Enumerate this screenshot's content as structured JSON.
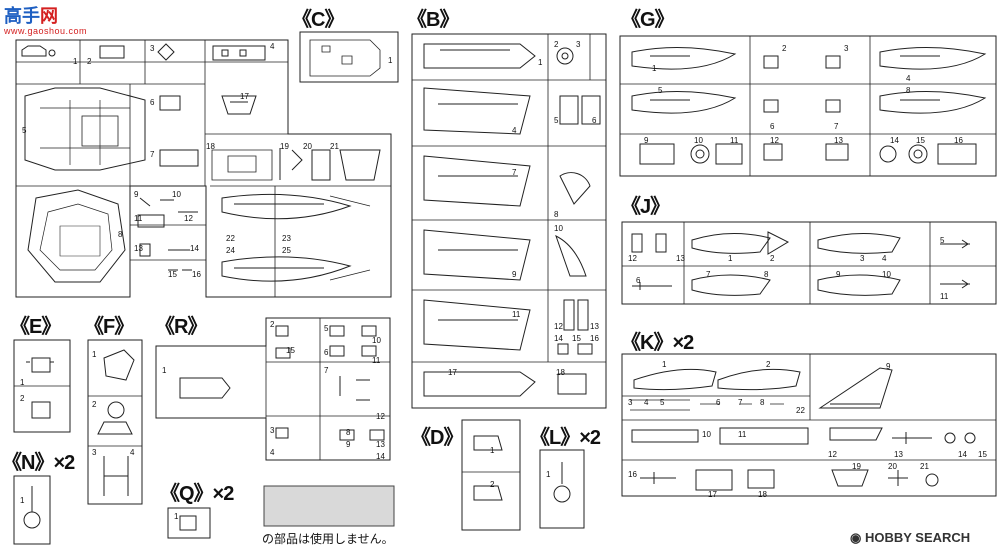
{
  "watermark": {
    "name": "高手网",
    "url": "www.gaoshou.com"
  },
  "runners": {
    "C": "《C》",
    "B": "《B》",
    "G": "《G》",
    "J": "《J》",
    "E": "《E》",
    "F": "《F》",
    "R": "《R》",
    "K": "《K》×2",
    "N": "《N》×2",
    "D": "《D》",
    "L": "《L》×2",
    "Q": "《Q》×2"
  },
  "unused_note": "の部品は使用しません。",
  "source_logo": "HOBBY SEARCH",
  "part_numbers": {
    "A": [
      "1",
      "2",
      "3",
      "4",
      "5",
      "6",
      "7",
      "8",
      "9",
      "10",
      "11",
      "12",
      "13",
      "14",
      "15",
      "16",
      "17",
      "18",
      "19",
      "20",
      "21",
      "22",
      "23",
      "24",
      "25"
    ],
    "C": [
      "1"
    ],
    "B": [
      "1",
      "2",
      "3",
      "4",
      "5",
      "6",
      "7",
      "8",
      "9",
      "10",
      "11",
      "12",
      "13",
      "14",
      "15",
      "16",
      "17",
      "18"
    ],
    "G": [
      "1",
      "2",
      "3",
      "4",
      "5",
      "6",
      "7",
      "8",
      "9",
      "10",
      "11",
      "12",
      "13",
      "14",
      "15",
      "16"
    ],
    "J": [
      "1",
      "2",
      "3",
      "4",
      "5",
      "6",
      "7",
      "8",
      "9",
      "10",
      "11",
      "12",
      "13"
    ],
    "E": [
      "1",
      "2"
    ],
    "F": [
      "1",
      "2",
      "3",
      "4"
    ],
    "R": [
      "1",
      "2",
      "3",
      "4",
      "5",
      "6",
      "7",
      "8",
      "9",
      "10",
      "11",
      "12",
      "13",
      "14",
      "15"
    ],
    "K": [
      "1",
      "2",
      "3",
      "4",
      "5",
      "6",
      "7",
      "8",
      "9",
      "10",
      "11",
      "12",
      "13",
      "14",
      "15",
      "16",
      "17",
      "18",
      "19",
      "20",
      "21",
      "22"
    ],
    "N": [
      "1"
    ],
    "D": [
      "1",
      "2"
    ],
    "L": [
      "1"
    ],
    "Q": [
      "1"
    ]
  }
}
